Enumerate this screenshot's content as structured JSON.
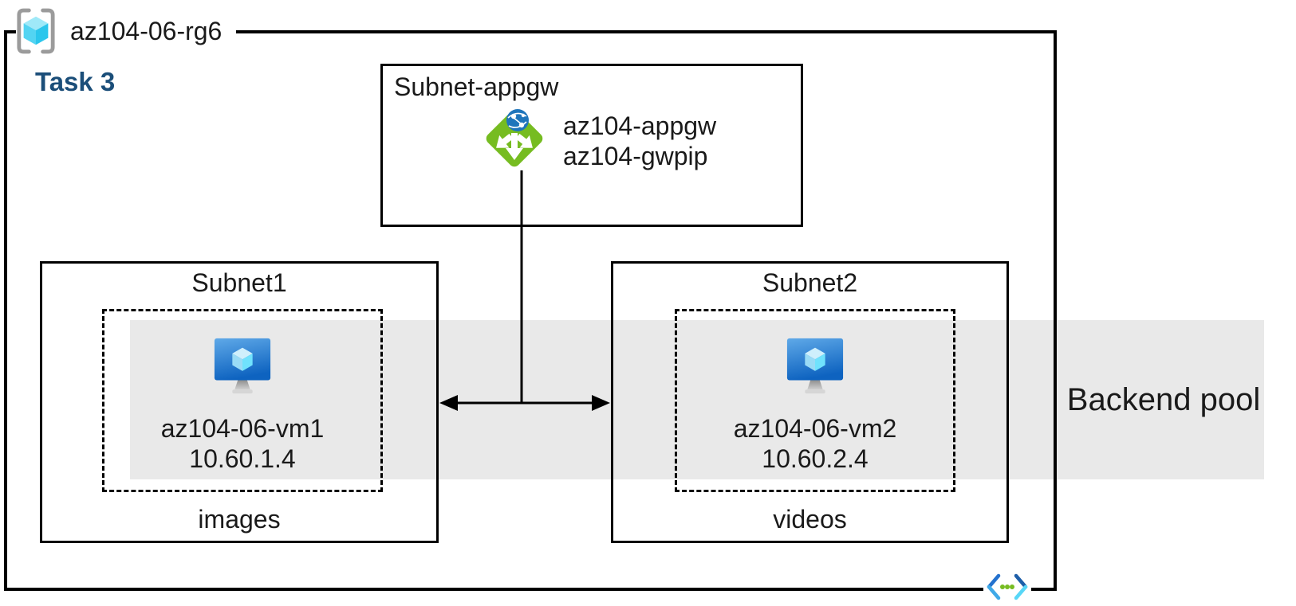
{
  "resource_group": {
    "label": "az104-06-rg6"
  },
  "task_label": "Task 3",
  "appgw_subnet": {
    "title": "Subnet-appgw",
    "gateway_name": "az104-appgw",
    "public_ip_name": "az104-gwpip"
  },
  "subnet1": {
    "title": "Subnet1",
    "vm_name": "az104-06-vm1",
    "vm_ip": "10.60.1.4",
    "container_label": "images"
  },
  "subnet2": {
    "title": "Subnet2",
    "vm_name": "az104-06-vm2",
    "vm_ip": "10.60.2.4",
    "container_label": "videos"
  },
  "backend_pool": {
    "label": "Backend pool"
  },
  "icons": [
    "resource-group-icon",
    "application-gateway-icon",
    "virtual-machine-icon",
    "virtual-network-icon"
  ],
  "colors": {
    "task_navy": "#1B4E79",
    "backend_band_gray": "#E9E9E9",
    "appgw_green": "#76BC21",
    "globe_blue": "#1F75BB",
    "vm_screen_top": "#5FA9E8",
    "vm_screen_bottom": "#0E63C0",
    "rg_bracket_gray": "#9B9B9B",
    "cube_cyan": "#45CEF0",
    "line_black": "#000000"
  }
}
